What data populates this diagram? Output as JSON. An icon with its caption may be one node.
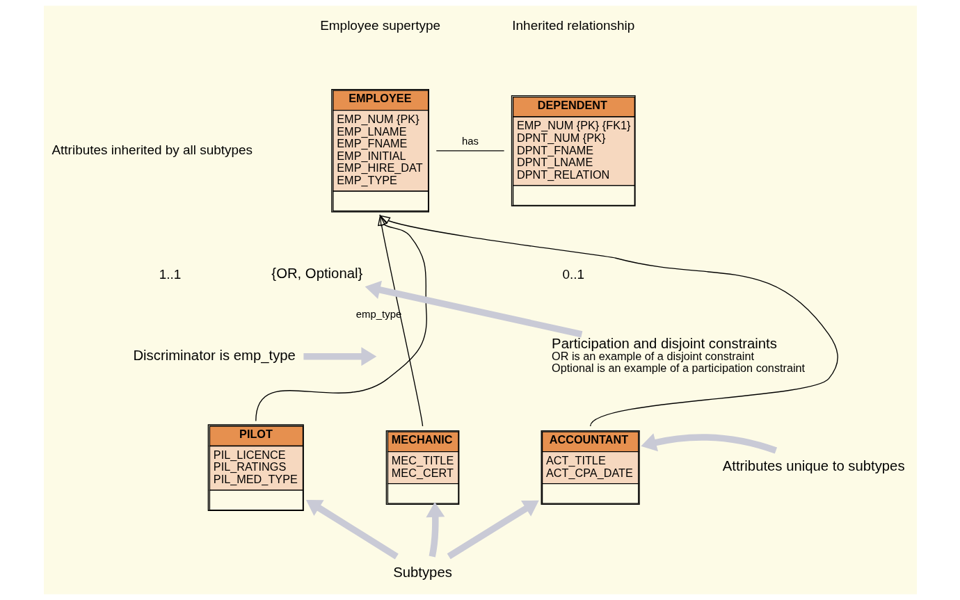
{
  "diagram": {
    "nodes": [
      {
        "text": [
          "EMPLOYEE",
          "EMP_NUM {PK}",
          "EMP_LNAME",
          "EMP_FNAME",
          "EMP_INITIAL",
          "EMP_HIRE_DAT",
          "EMP_TYPE"
        ]
      },
      {
        "text": [
          "DEPENDENT",
          "EMP_NUM {PK} {FK1}",
          "DPNT_NUM {PK}",
          "DPNT_FNAME",
          "DPNT_LNAME",
          "DPNT_RELATION"
        ]
      },
      {
        "text": [
          "PILOT",
          "PIL_LICENCE",
          "PIL_RATINGS",
          "PIL_MED_TYPE"
        ]
      },
      {
        "text": [
          "MECHANIC",
          "MEC_TITLE",
          "MEC_CERT"
        ]
      },
      {
        "text": [
          "ACCOUNTANT",
          "ACT_TITLE",
          "ACT_CPA_DATE"
        ]
      },
      {
        "text": [
          "Discriminator is emp_type"
        ]
      },
      {
        "text": [
          "{OR, Optional}"
        ]
      },
      {
        "text": [
          "Participation and disjoint constraints",
          "OR is an example of a disjoint constraint",
          "Optional is an example of a participation constraint"
        ]
      },
      {
        "text": [
          "Attributes unique to subtypes"
        ]
      },
      {
        "text": [
          "Subtypes"
        ]
      }
    ],
    "edges": [
      {
        "from": 2,
        "to": 0,
        "arrow": "to",
        "color": "#000000"
      },
      {
        "from": 3,
        "to": 0,
        "arrow": "to",
        "label": "emp_type",
        "color": "#000000"
      },
      {
        "from": 4,
        "to": 0,
        "arrow": "to",
        "color": "#000000"
      },
      {
        "from": 0,
        "to": 1,
        "arrow": "none",
        "label": "has",
        "color": "#000000"
      },
      {
        "from": 5,
        "to": null,
        "arrow": "to"
      },
      {
        "from": 7,
        "to": 6,
        "arrow": "to"
      },
      {
        "from": 8,
        "to": 4,
        "arrow": "to"
      },
      {
        "from": 9,
        "to": 2,
        "arrow": "to"
      },
      {
        "from": 9,
        "to": 3,
        "arrow": "to"
      },
      {
        "from": 9,
        "to": 4,
        "arrow": "to"
      }
    ],
    "labels": [
      "Employee supertype",
      "Inherited relationship",
      "Attributes inherited by all subtypes",
      "1..1",
      "0..1"
    ]
  }
}
